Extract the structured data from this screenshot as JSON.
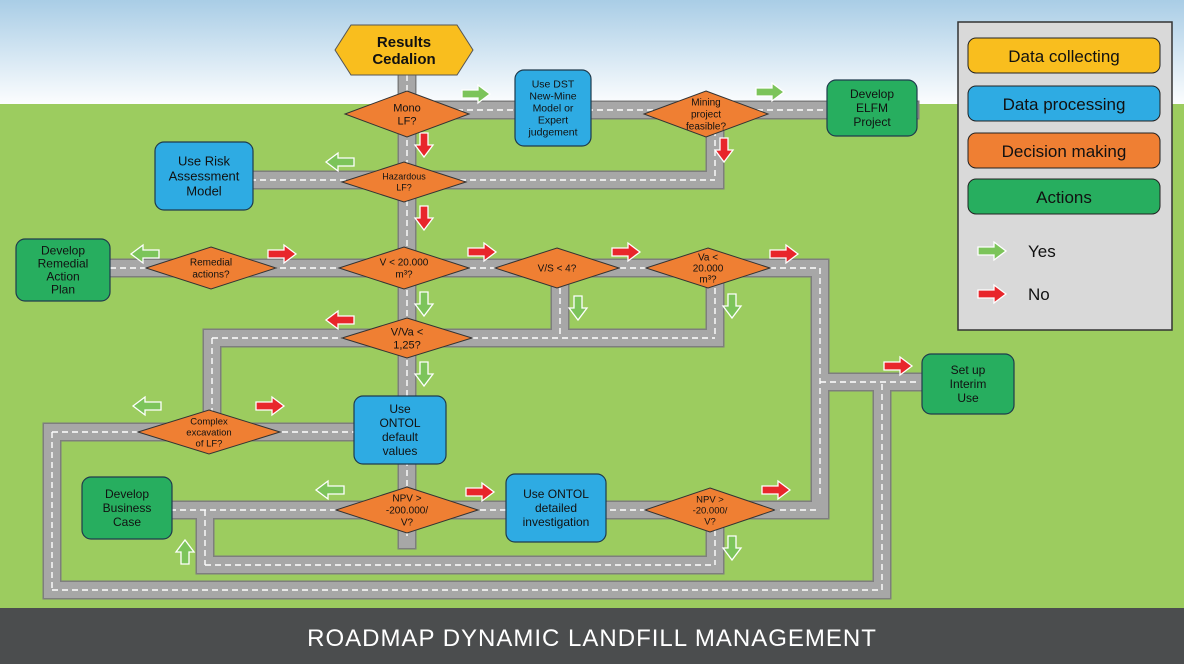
{
  "title": "ROADMAP DYNAMIC LANDFILL MANAGEMENT",
  "colors": {
    "sky_top": "#a9cde6",
    "sky_bottom": "#ffffff",
    "grass": "#9ccc5f",
    "road": "#a7a7a7",
    "footer": "#4b4d4e",
    "data_collecting": "#f9be1e",
    "data_processing": "#2eabe3",
    "decision_making": "#ef7f33",
    "actions": "#27ae5f",
    "yes": "#7cc45a",
    "no": "#e8262b"
  },
  "legend": {
    "data_collecting": "Data collecting",
    "data_processing": "Data processing",
    "decision_making": "Decision making",
    "actions": "Actions",
    "yes": "Yes",
    "no": "No"
  },
  "nodes": {
    "results": [
      "Results",
      "Cedalion"
    ],
    "mono_lf": [
      "Mono",
      "LF?"
    ],
    "use_dst": [
      "Use DST",
      "New-Mine",
      "Model or",
      "Expert",
      "judgement"
    ],
    "mining_feasible": [
      "Mining",
      "project",
      "feasible?"
    ],
    "develop_elfm": [
      "Develop",
      "ELFM",
      "Project"
    ],
    "risk_model": [
      "Use Risk",
      "Assessment",
      "Model"
    ],
    "hazardous": [
      "Hazardous",
      "LF?"
    ],
    "remedial_plan": [
      "Develop",
      "Remedial",
      "Action",
      "Plan"
    ],
    "remedial_actions": [
      "Remedial",
      "actions?"
    ],
    "v_20000": [
      "V < 20.000",
      "m³?"
    ],
    "v_s_4": [
      "V/S < 4?"
    ],
    "va_20000": [
      "Va <",
      "20.000",
      "m³?"
    ],
    "v_va": [
      "V/Va <",
      "1,25?"
    ],
    "interim_use": [
      "Set up",
      "Interim",
      "Use"
    ],
    "complex_excavation": [
      "Complex",
      "excavation",
      "of LF?"
    ],
    "ontol_default": [
      "Use",
      "ONTOL",
      "default",
      "values"
    ],
    "business_case": [
      "Develop",
      "Business",
      "Case"
    ],
    "npv_200000": [
      "NPV >",
      "-200.000/",
      "V?"
    ],
    "ontol_detailed": [
      "Use ONTOL",
      "detailed",
      "investigation"
    ],
    "npv_20000": [
      "NPV >",
      "-20.000/",
      "V?"
    ]
  }
}
